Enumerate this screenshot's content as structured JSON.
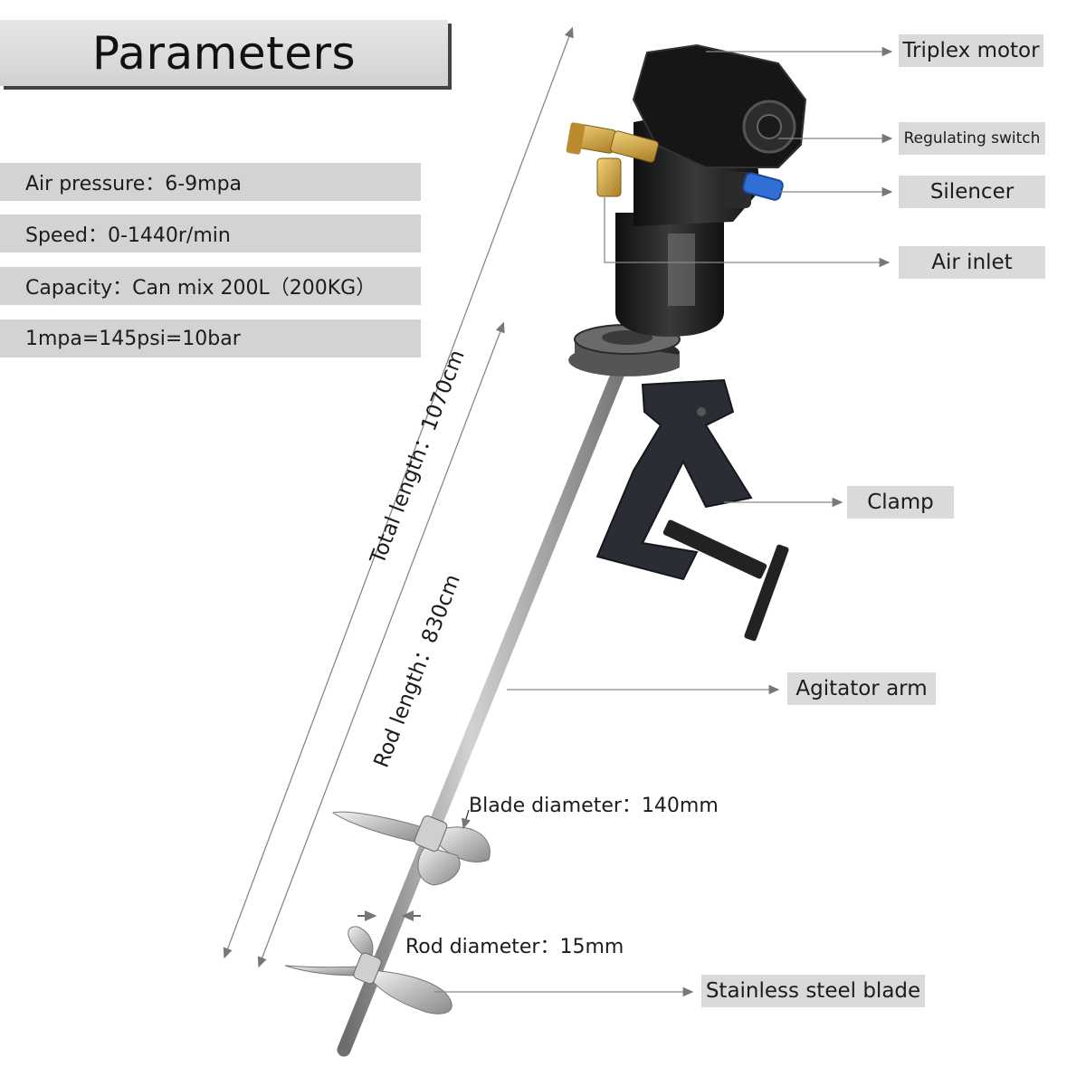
{
  "title": "Parameters",
  "parameters": [
    "Air pressure：6-9mpa",
    "Speed：0-1440r/min",
    "Capacity：Can mix 200L（200KG）",
    "1mpa=145psi=10bar"
  ],
  "callouts": {
    "triplex_motor": "Triplex motor",
    "regulating_switch": "Regulating switch",
    "silencer": "Silencer",
    "air_inlet": "Air inlet",
    "clamp": "Clamp",
    "agitator_arm": "Agitator arm",
    "stainless_steel_blade": "Stainless steel blade"
  },
  "dimensions": {
    "total_length": "Total length：1070cm",
    "rod_length": "Rod length：830cm",
    "blade_diameter": "Blade diameter：140mm",
    "rod_diameter": "Rod diameter：15mm"
  },
  "colors": {
    "label_bg": "#dadada",
    "motor": "#1e1e1e",
    "clamp": "#2a2d33",
    "rod": "#a9a9a9",
    "brass": "#c9a24a",
    "silencer": "#2f6fd6"
  }
}
